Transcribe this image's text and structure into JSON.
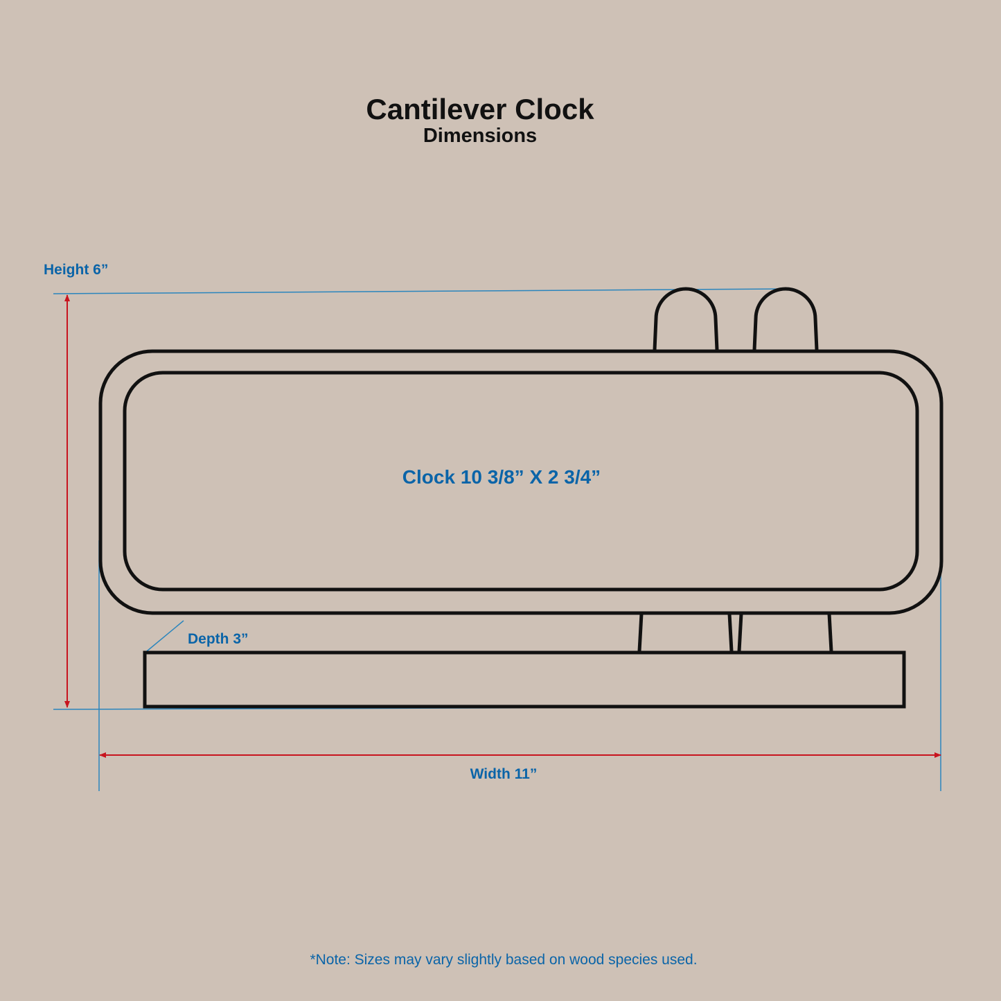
{
  "title": "Cantilever Clock",
  "subtitle": "Dimensions",
  "labels": {
    "height": "Height 6”",
    "depth": "Depth 3”",
    "width": "Width 11”",
    "clock": "Clock 10 3/8” X 2 3/4”"
  },
  "note": "*Note: Sizes may vary slightly based on wood species used.",
  "colors": {
    "background": "#cec1b6",
    "outline": "#111111",
    "dimension_text": "#0a64a8",
    "guide_line": "#2a85bd",
    "arrow": "#c8141e"
  }
}
